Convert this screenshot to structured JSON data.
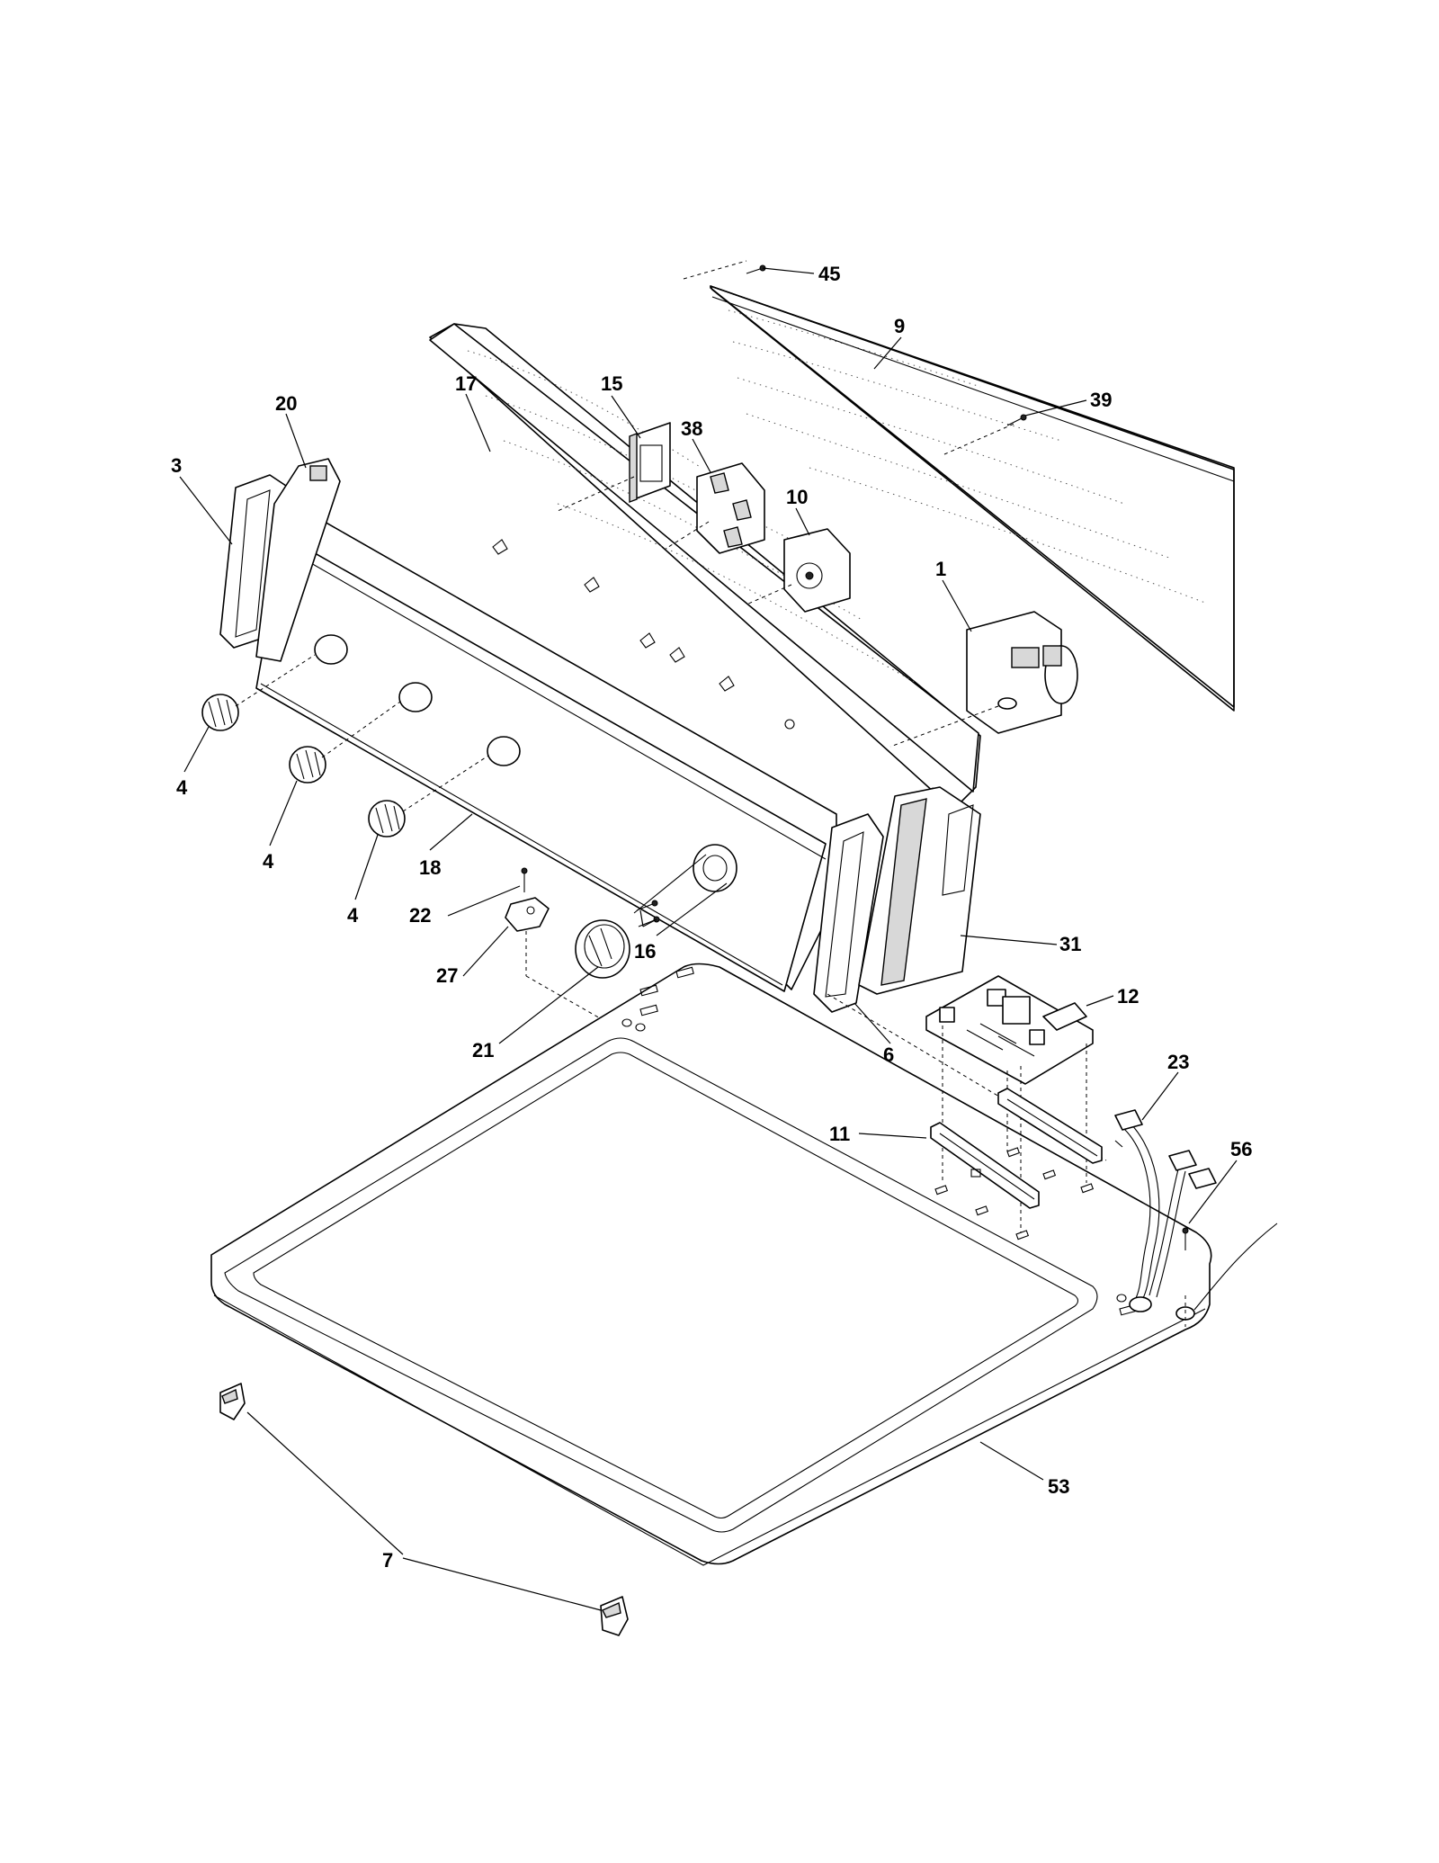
{
  "callouts": {
    "c45": "45",
    "c9": "9",
    "c39": "39",
    "c17": "17",
    "c15": "15",
    "c38": "38",
    "c10": "10",
    "c20": "20",
    "c3": "3",
    "c1": "1",
    "c4a": "4",
    "c4b": "4",
    "c4c": "4",
    "c18": "18",
    "c22": "22",
    "c16": "16",
    "c31": "31",
    "c27": "27",
    "c12": "12",
    "c21": "21",
    "c6": "6",
    "c23": "23",
    "c11": "11",
    "c56": "56",
    "c53": "53",
    "c7": "7"
  }
}
